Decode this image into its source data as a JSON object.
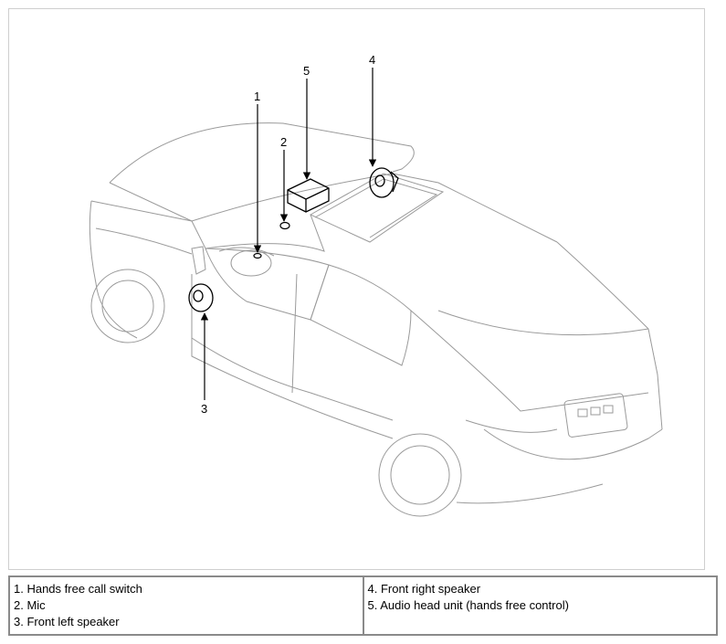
{
  "callouts": [
    {
      "num": "1",
      "label": "Hands free call switch"
    },
    {
      "num": "2",
      "label": "Mic"
    },
    {
      "num": "3",
      "label": "Front left speaker"
    },
    {
      "num": "4",
      "label": "Front right speaker"
    },
    {
      "num": "5",
      "label": "Audio head unit (hands free control)"
    }
  ],
  "legend": {
    "left": [
      "1. Hands free call switch",
      "2. Mic",
      "3. Front left speaker"
    ],
    "right": [
      "4. Front right speaker",
      "5. Audio head unit (hands free control)"
    ]
  }
}
